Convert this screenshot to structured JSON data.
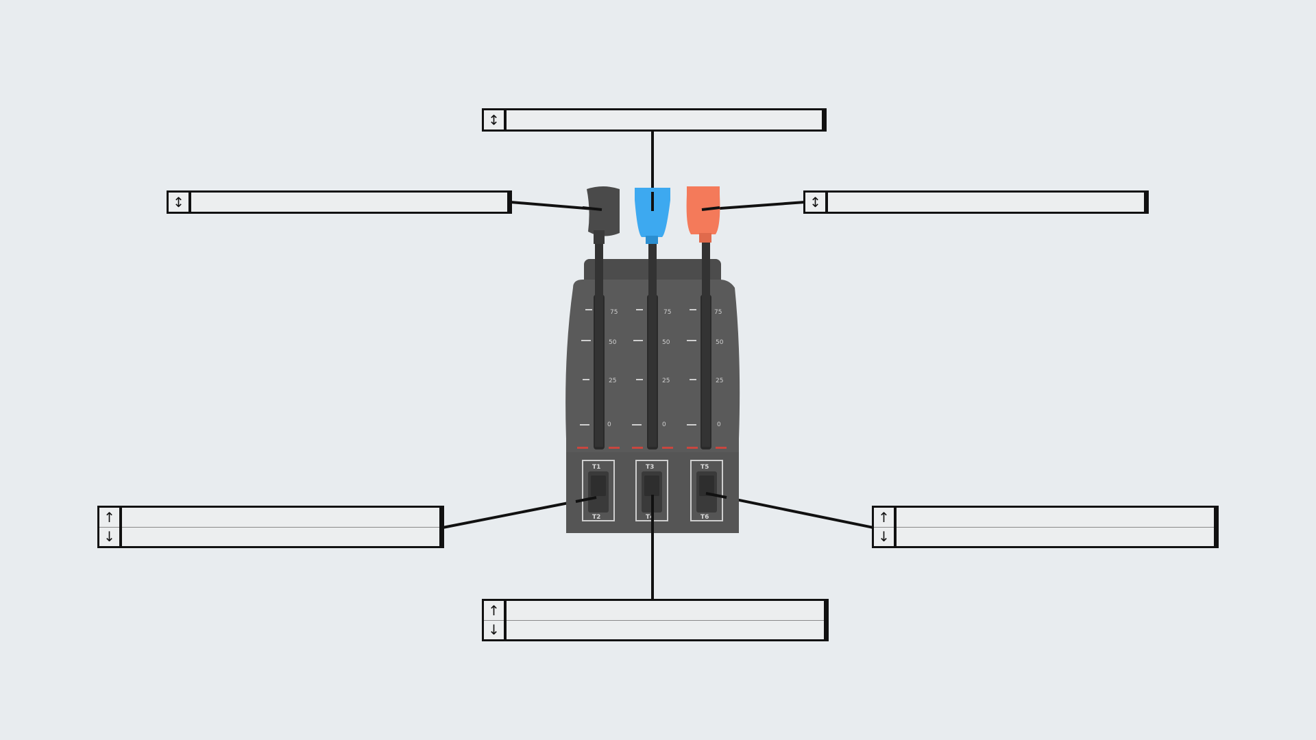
{
  "diagram": {
    "background": "#e8ecef",
    "device": {
      "body_color": "#5a5a5a",
      "levers": [
        {
          "name": "left-lever",
          "color": "#4a4a4a"
        },
        {
          "name": "center-lever",
          "color": "#3da9f0"
        },
        {
          "name": "right-lever",
          "color": "#f47a5a"
        }
      ],
      "scale_marks": [
        "75",
        "50",
        "25",
        "0"
      ],
      "switches": [
        {
          "top": "T1",
          "bottom": "T2"
        },
        {
          "top": "T3",
          "bottom": "T4"
        },
        {
          "top": "T5",
          "bottom": "T6"
        }
      ]
    },
    "labels": {
      "top_center": {
        "icon": "↕",
        "value": ""
      },
      "top_left": {
        "icon": "↕",
        "value": ""
      },
      "top_right": {
        "icon": "↕",
        "value": ""
      },
      "bottom_left": {
        "icon_up": "↑",
        "icon_down": "↓",
        "value_up": "",
        "value_down": ""
      },
      "bottom_right": {
        "icon_up": "↑",
        "icon_down": "↓",
        "value_up": "",
        "value_down": ""
      },
      "bottom_center": {
        "icon_up": "↑",
        "icon_down": "↓",
        "value_up": "",
        "value_down": ""
      }
    }
  }
}
